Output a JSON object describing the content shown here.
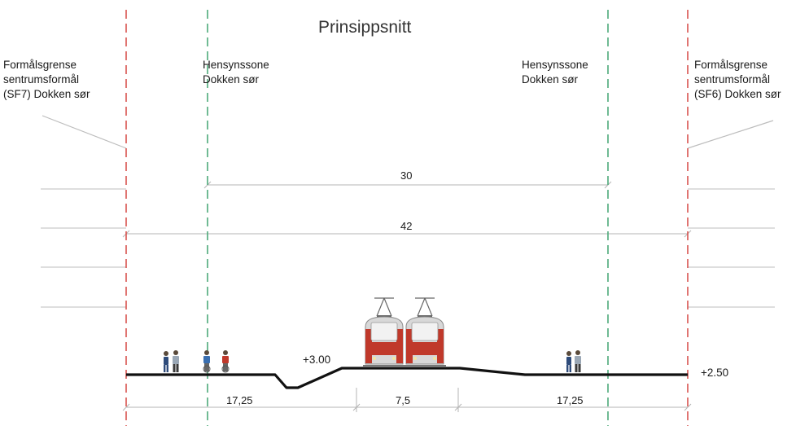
{
  "title": "Prinsippsnitt",
  "labels": {
    "left_boundary": [
      "Formålsgrense",
      "sentrumsformål",
      "(SF7) Dokken sør"
    ],
    "left_zone": [
      "Hensynssone",
      "Dokken sør"
    ],
    "right_zone": [
      "Hensynssone",
      "Dokken sør"
    ],
    "right_boundary": [
      "Formålsgrense",
      "sentrumsformål",
      "(SF6) Dokken sør"
    ]
  },
  "dimensions": {
    "zone_width": "30",
    "total_width": "42",
    "left_section": "17,25",
    "middle_section": "7,5",
    "right_section": "17,25"
  },
  "elevations": {
    "track_level": "+3.00",
    "ground_level": "+2.50"
  },
  "colors": {
    "boundary_line": "#d9534f",
    "zone_line": "#4daa7a",
    "ground": "#111111",
    "dimension_line": "#b5b5b5",
    "tram_red": "#c0392b"
  }
}
